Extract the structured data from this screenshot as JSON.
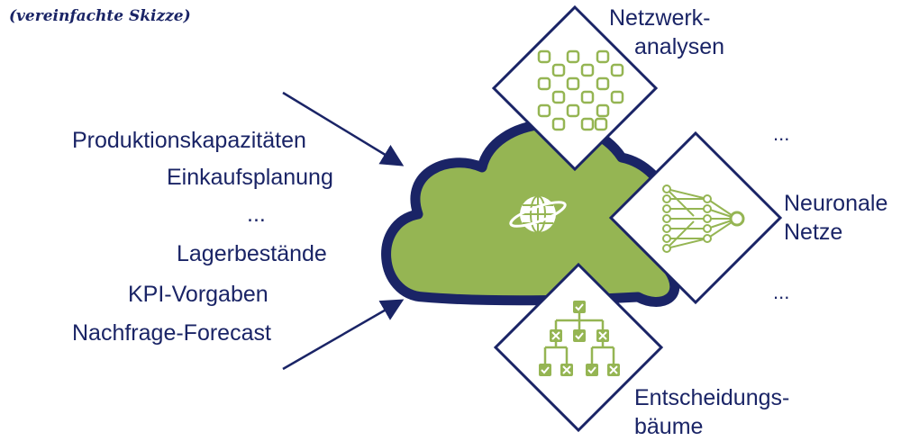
{
  "caption": "(vereinfachte Skizze)",
  "inputs": [
    "Produktionskapazitäten",
    "Einkaufsplanung",
    "...",
    "Lagerbestände",
    "KPI-Vorgaben",
    "Nachfrage-Forecast"
  ],
  "methods": {
    "network": {
      "line1": "Netzwerk-",
      "line2": "analysen",
      "icon": "network-grid-icon"
    },
    "neural": {
      "line1": "Neuronale",
      "line2": "Netze",
      "icon": "neural-network-icon"
    },
    "tree": {
      "line1": "Entscheidungs-",
      "line2": "bäume",
      "icon": "decision-tree-icon"
    }
  },
  "ellipsis_top": "...",
  "ellipsis_bottom": "...",
  "colors": {
    "navy": "#1a2466",
    "green": "#95b553",
    "white": "#ffffff"
  }
}
